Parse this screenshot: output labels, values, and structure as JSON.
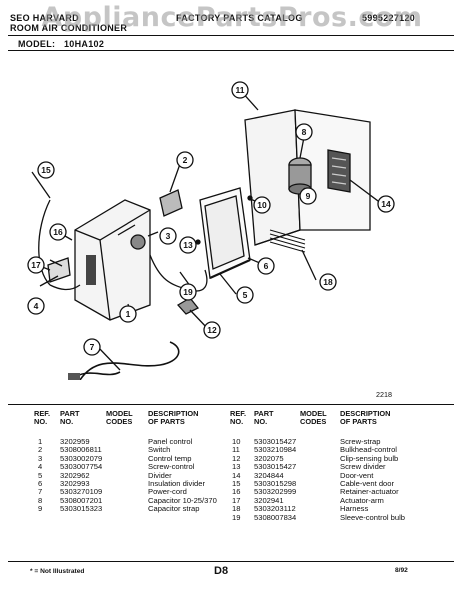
{
  "watermark": "AppliancePartsPros.com",
  "header": {
    "left_line1": "SEO HARVARD",
    "left_line2": "ROOM AIR CONDITIONER",
    "center": "FACTORY PARTS CATALOG",
    "right": "5995227120",
    "model_label": "MODEL:",
    "model_value": "10HA102"
  },
  "figure_number": "2218",
  "callouts": [
    "1",
    "2",
    "3",
    "4",
    "5",
    "6",
    "7",
    "8",
    "9",
    "10",
    "11",
    "12",
    "13",
    "14",
    "15",
    "16",
    "17",
    "18",
    "19"
  ],
  "table": {
    "headers": {
      "ref": [
        "REF.",
        "NO."
      ],
      "part": [
        "PART",
        "NO."
      ],
      "codes": [
        "MODEL",
        "CODES"
      ],
      "desc": [
        "DESCRIPTION",
        "OF PARTS"
      ]
    },
    "left_rows": [
      {
        "ref": "1",
        "part": "3202959",
        "desc": "Panel control"
      },
      {
        "ref": "2",
        "part": "5308006811",
        "desc": "Switch"
      },
      {
        "ref": "3",
        "part": "5303002079",
        "desc": "Control temp"
      },
      {
        "ref": "4",
        "part": "5303007754",
        "desc": "Screw-control"
      },
      {
        "ref": "5",
        "part": "3202962",
        "desc": "Divider"
      },
      {
        "ref": "6",
        "part": "3202993",
        "desc": "Insulation divider"
      },
      {
        "ref": "7",
        "part": "5303270109",
        "desc": "Power-cord"
      },
      {
        "ref": "8",
        "part": "5308007201",
        "desc": "Capacitor 10-25/370"
      },
      {
        "ref": "9",
        "part": "5303015323",
        "desc": "Capacitor strap"
      }
    ],
    "right_rows": [
      {
        "ref": "10",
        "part": "5303015427",
        "desc": "Screw-strap"
      },
      {
        "ref": "11",
        "part": "5303210984",
        "desc": "Bulkhead-control"
      },
      {
        "ref": "12",
        "part": "3202075",
        "desc": "Clip-sensing bulb"
      },
      {
        "ref": "13",
        "part": "5303015427",
        "desc": "Screw divider"
      },
      {
        "ref": "14",
        "part": "3204844",
        "desc": "Door-vent"
      },
      {
        "ref": "15",
        "part": "5303015298",
        "desc": "Cable-vent door"
      },
      {
        "ref": "16",
        "part": "5303202999",
        "desc": "Retainer-actuator"
      },
      {
        "ref": "17",
        "part": "3202941",
        "desc": "Actuator-arm"
      },
      {
        "ref": "18",
        "part": "5303203112",
        "desc": "Harness"
      },
      {
        "ref": "19",
        "part": "5308007834",
        "desc": "Sleeve-control bulb"
      }
    ]
  },
  "footer": {
    "note": "* = Not Illustrated",
    "page": "D8",
    "date": "8/92"
  }
}
